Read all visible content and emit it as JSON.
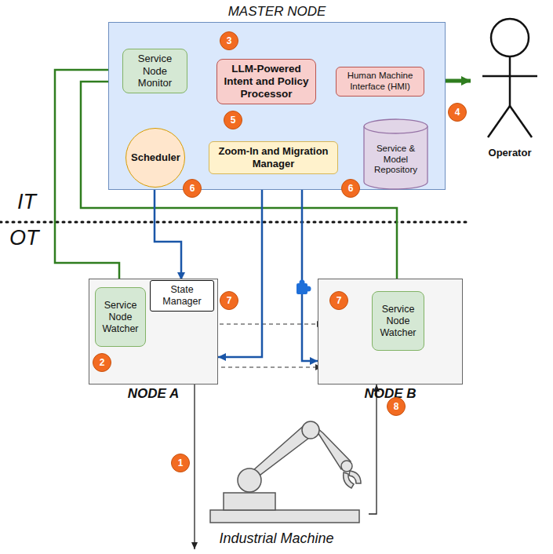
{
  "diagram": {
    "nodes": [
      {
        "text": [
          "MASTER NODE"
        ]
      },
      {
        "text": [
          "Service Node Monitor"
        ],
        "in": 0
      },
      {
        "text": [
          "LLM-Powered Intent and Policy Processor"
        ],
        "in": 0
      },
      {
        "text": [
          "Human Machine Interface (HMI)"
        ],
        "in": 0
      },
      {
        "text": [
          "Scheduler"
        ],
        "in": 0
      },
      {
        "text": [
          "Zoom-In and Migration Manager"
        ],
        "in": 0
      },
      {
        "text": [
          "Service & Model Repository"
        ],
        "in": 0
      },
      {
        "text": [
          "Operator"
        ]
      },
      {
        "text": [
          "NODE A"
        ]
      },
      {
        "text": [
          "Service Node Watcher"
        ],
        "in": 8
      },
      {
        "text": [
          "State Manager"
        ],
        "in": 8
      },
      {
        "text": [
          "NODE B"
        ]
      },
      {
        "text": [
          "Service Node Watcher"
        ],
        "in": 11
      },
      {
        "text": [
          "Industrial Machine"
        ]
      }
    ],
    "edges": [
      {
        "from": 1,
        "to": 4,
        "arrow": "to"
      },
      {
        "from": 1,
        "to": 3,
        "arrow": "to"
      },
      {
        "from": 3,
        "to": 2,
        "arrow": "to"
      },
      {
        "from": 7,
        "to": 3,
        "arrow": "both"
      },
      {
        "from": 2,
        "to": 5,
        "arrow": "to"
      },
      {
        "from": 5,
        "to": 4,
        "arrow": "to"
      },
      {
        "from": 6,
        "to": 5,
        "arrow": "to"
      },
      {
        "from": 9,
        "to": 1,
        "arrow": "to"
      },
      {
        "from": 12,
        "to": 1,
        "arrow": "to"
      },
      {
        "from": 4,
        "to": 10,
        "arrow": "to"
      },
      {
        "from": 5,
        "to": 8,
        "arrow": "to"
      },
      {
        "from": 5,
        "to": 11,
        "arrow": "to"
      },
      {
        "from": 13,
        "to": 8,
        "arrow": "both"
      },
      {
        "from": 13,
        "to": 11,
        "arrow": "to"
      }
    ],
    "labels": [
      "IT",
      "OT",
      "3",
      "5",
      "4",
      "6",
      "6",
      "7",
      "7",
      "2",
      "1",
      "8"
    ]
  }
}
